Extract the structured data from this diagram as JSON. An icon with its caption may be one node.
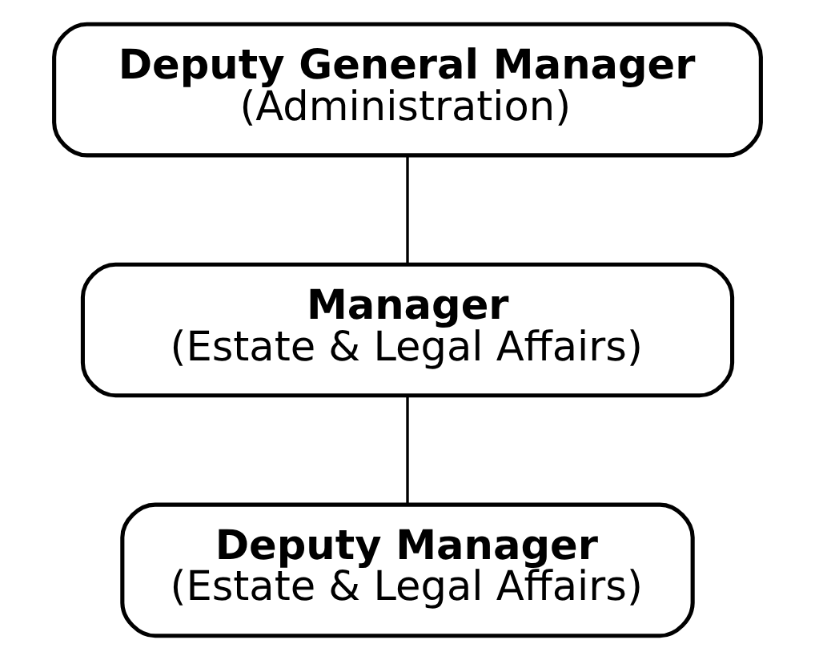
{
  "diagram": {
    "nodes": [
      {
        "text": [
          "Deputy General Manager",
          "(Administration)"
        ]
      },
      {
        "text": [
          "Manager",
          "(Estate & Legal Affairs)"
        ]
      },
      {
        "text": [
          "Deputy Manager",
          "(Estate & Legal Affairs)"
        ]
      }
    ],
    "edges": [
      {
        "from": 0,
        "to": 1,
        "arrow": "none"
      },
      {
        "from": 1,
        "to": 2,
        "arrow": "none"
      }
    ]
  }
}
